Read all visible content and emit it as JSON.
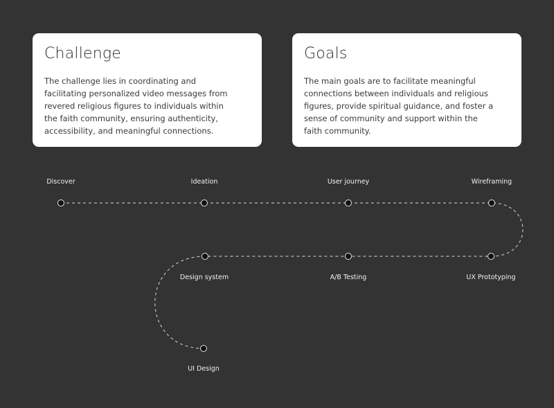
{
  "challenge": {
    "title": "Challenge",
    "body": "The challenge lies in coordinating and facilitating personalized video messages from revered religious figures to individuals within the faith community, ensuring authenticity, accessibility, and meaningful connections."
  },
  "goals": {
    "title": "Goals",
    "body": "The main goals are to facilitate meaningful connections between individuals and religious figures, provide spiritual guidance, and foster a sense of community and support within the faith community."
  },
  "roadmap": {
    "steps": [
      {
        "label": "Discover"
      },
      {
        "label": "Ideation"
      },
      {
        "label": "User journey"
      },
      {
        "label": "Wireframing"
      },
      {
        "label": "UX Prototyping"
      },
      {
        "label": "A/B Testing"
      },
      {
        "label": "Design system"
      },
      {
        "label": "UI Design"
      }
    ]
  },
  "colors": {
    "background": "#333333",
    "card": "#ffffff",
    "line": "#d9d9d9",
    "node_fill": "#111111",
    "node_ring": "#e6e6e6"
  }
}
